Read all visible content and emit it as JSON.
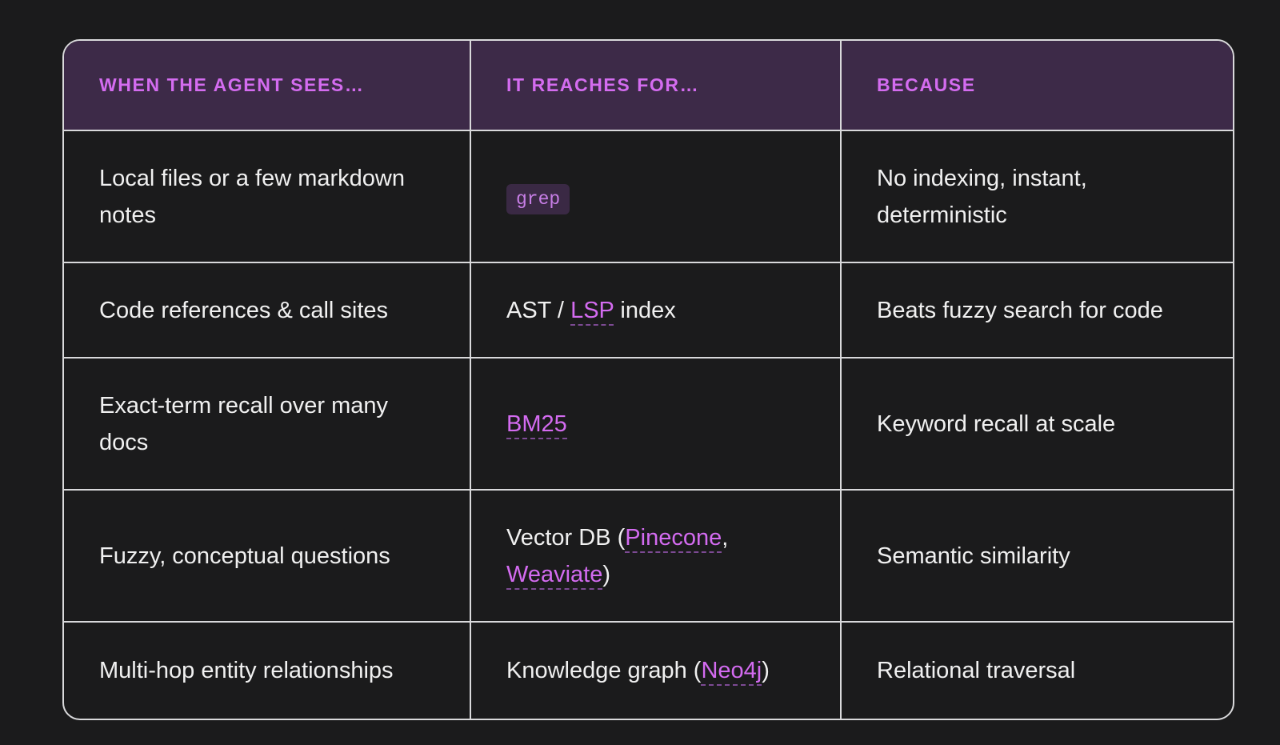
{
  "header": {
    "col1": "WHEN THE AGENT SEES…",
    "col2": "IT REACHES FOR…",
    "col3": "BECAUSE"
  },
  "rows": [
    {
      "sees": "Local files or a few markdown notes",
      "tool_code": "grep",
      "because": "No indexing, instant, deterministic"
    },
    {
      "sees": "Code references & call sites",
      "tool_prefix": "AST / ",
      "tool_link": "LSP",
      "tool_suffix": " index",
      "because": "Beats fuzzy search for code"
    },
    {
      "sees": "Exact-term recall over many docs",
      "tool_link": "BM25",
      "because": "Keyword recall at scale"
    },
    {
      "sees": "Fuzzy, conceptual questions",
      "tool_prefix": "Vector DB (",
      "tool_link1": "Pinecone",
      "tool_sep": ", ",
      "tool_link2": "Weaviate",
      "tool_suffix": ")",
      "because": "Semantic similarity"
    },
    {
      "sees": "Multi-hop entity relationships",
      "tool_prefix": "Knowledge graph (",
      "tool_link": "Neo4j",
      "tool_suffix": ")",
      "because": "Relational traversal"
    }
  ],
  "colors": {
    "background": "#1b1b1c",
    "header_bg": "#3d2a48",
    "accent": "#d46cf0",
    "border": "#d9d9db"
  }
}
